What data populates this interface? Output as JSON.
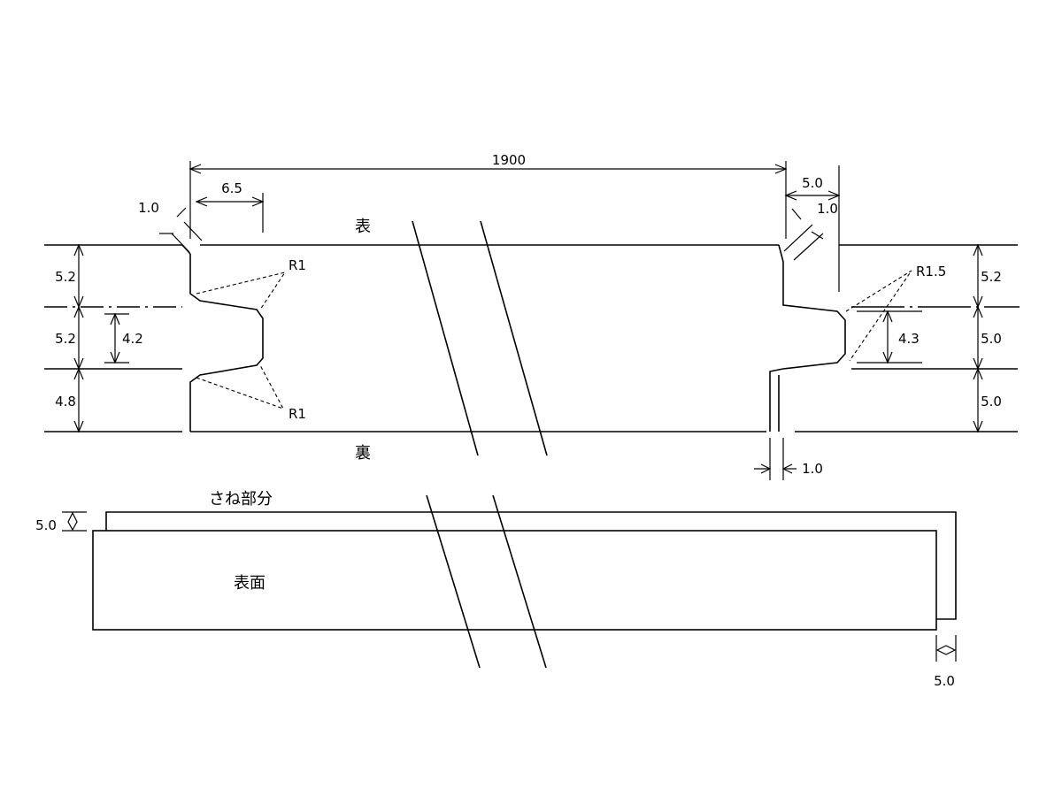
{
  "drawing": {
    "dimensions": {
      "overall_length": "1900",
      "left_chamfer_offset": "6.5",
      "left_chamfer_size": "1.0",
      "right_chamfer_offset": "5.0",
      "right_chamfer_size": "1.0",
      "bottom_edge_offset": "1.0",
      "left_top_thickness": "5.2",
      "left_middle_thickness": "5.2",
      "left_bottom_thickness": "4.8",
      "left_groove_depth": "4.2",
      "right_top_thickness": "5.2",
      "right_middle_thickness": "5.0",
      "right_bottom_thickness": "5.0",
      "right_tongue_depth": "4.3",
      "tongue_strip_width": "5.0",
      "tongue_overhang": "5.0"
    },
    "radius_labels": {
      "left_top": "R1",
      "left_bottom": "R1",
      "right": "R1.5"
    },
    "face_labels": {
      "front": "表",
      "back": "裏",
      "tongue_part": "さね部分",
      "surface": "表面"
    }
  }
}
